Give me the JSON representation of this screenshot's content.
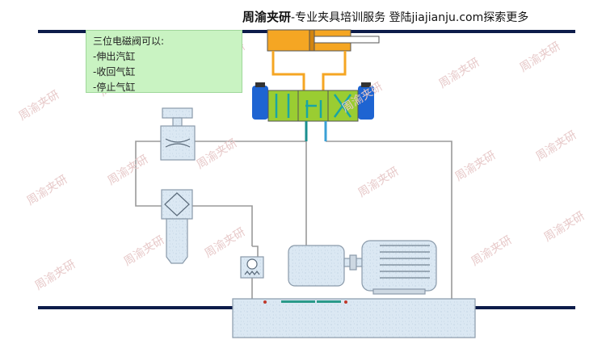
{
  "header": {
    "brand": "周渝夹研",
    "tagline": "-专业夹具培训服务  登陆jiajianju.com探索更多"
  },
  "note": {
    "title": "三位电磁阀可以:",
    "items": [
      "-伸出汽缸",
      "-收回气缸",
      "-停止气缸"
    ]
  },
  "watermark": "周渝夹研",
  "colors": {
    "rail": "#0d1c4a",
    "cylinder": "#f5a623",
    "valve": "#9acd32",
    "coil": "#1e64d2",
    "pipe_orange": "#f5a623",
    "pipe_teal": "#1a8f8f",
    "pipe_blue": "#3aa0d6",
    "line_gray": "#9a9a9a",
    "component_fill": "#dce9f3"
  }
}
